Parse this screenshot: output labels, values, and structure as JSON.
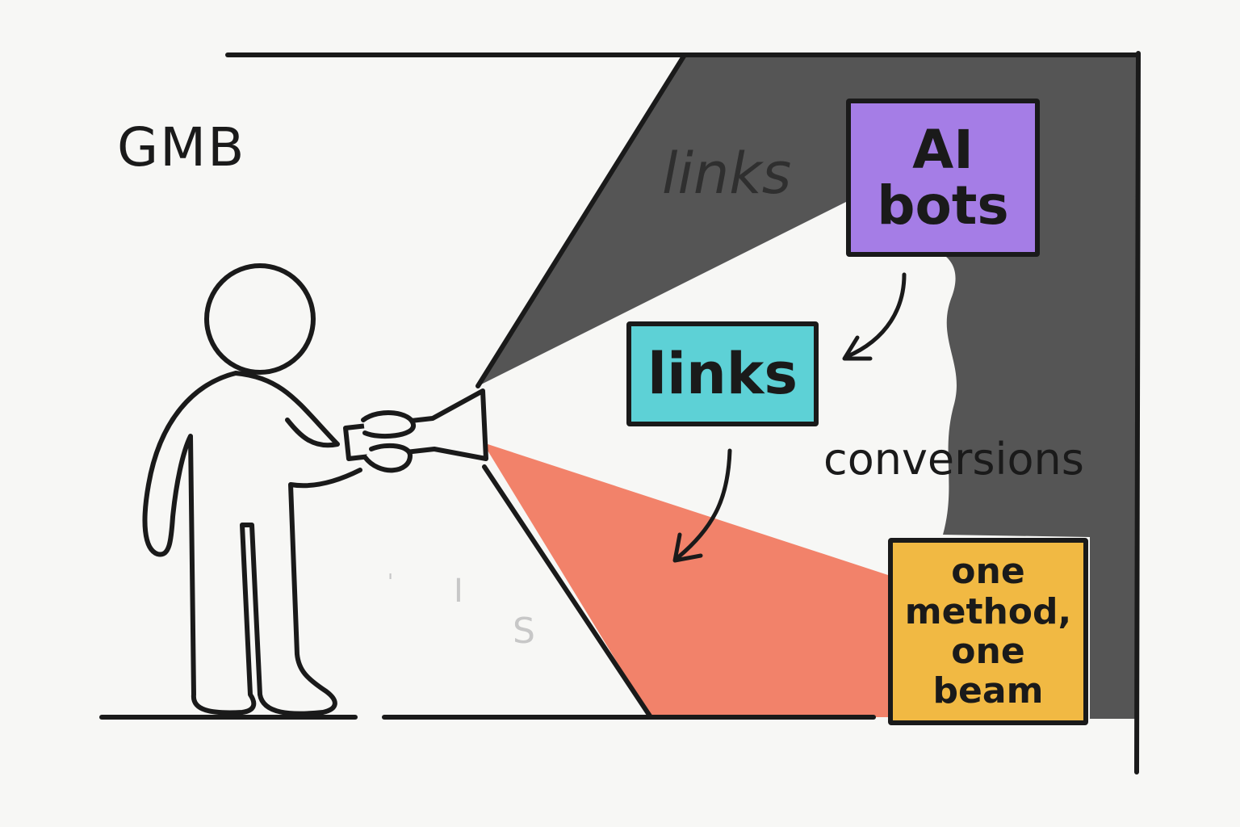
{
  "labels": {
    "top_left": "GMB",
    "dark_area": "links",
    "right_side": "conversions"
  },
  "boxes": {
    "ai": {
      "line1": "AI",
      "line2": "bots",
      "color": "#a57de6"
    },
    "links": {
      "text": "links",
      "color": "#5dd1d6"
    },
    "method": {
      "line1": "one",
      "line2": "method,",
      "line3": "one beam",
      "color": "#f1b943"
    }
  },
  "faint_marks": [
    "'",
    "I",
    "S"
  ],
  "colors": {
    "dark_beam": "#555555",
    "light_beam": "#f2826a",
    "ink": "#1a1a1a",
    "background": "#f7f7f5"
  }
}
